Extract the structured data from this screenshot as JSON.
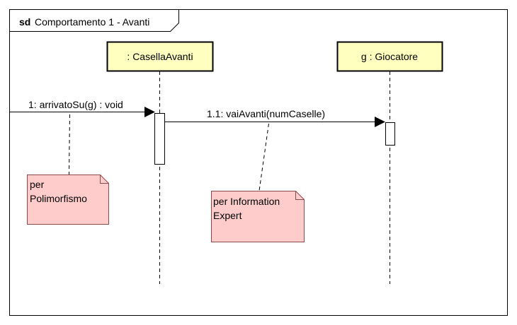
{
  "frame": {
    "keyword": "sd",
    "title": "Comportamento 1 - Avanti"
  },
  "lifelines": [
    {
      "label": ": CasellaAvanti"
    },
    {
      "label": "g : Giocatore"
    }
  ],
  "messages": [
    {
      "label": "1: arrivatoSu(g) : void"
    },
    {
      "label": "1.1: vaiAvanti(numCaselle)"
    }
  ],
  "notes": [
    {
      "lines": [
        "per",
        "Polimorfismo"
      ]
    },
    {
      "lines": [
        "per Information",
        "Expert"
      ]
    }
  ],
  "colors": {
    "lifeline_head_fill": "#ffffc0",
    "note_fill": "#ffcccc",
    "note_stroke": "#8b4a4a",
    "line": "#000000"
  }
}
